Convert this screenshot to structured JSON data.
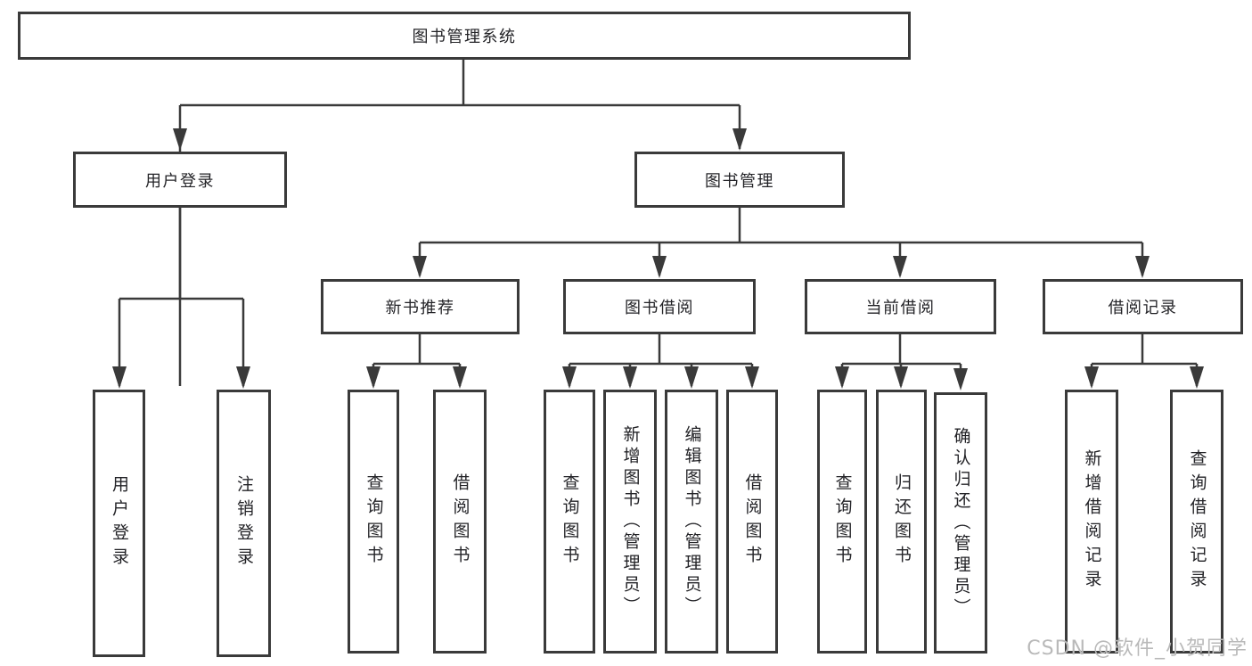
{
  "diagram": {
    "title": "图书管理系统",
    "branches": [
      {
        "label": "用户登录",
        "children": [
          {
            "label": "用户登录"
          },
          {
            "label": "注销登录"
          }
        ]
      },
      {
        "label": "图书管理",
        "children": [
          {
            "label": "新书推荐",
            "children": [
              {
                "label": "查询图书"
              },
              {
                "label": "借阅图书"
              }
            ]
          },
          {
            "label": "图书借阅",
            "children": [
              {
                "label": "查询图书"
              },
              {
                "label": "新增图书（管理员）"
              },
              {
                "label": "编辑图书（管理员）"
              },
              {
                "label": "借阅图书"
              }
            ]
          },
          {
            "label": "当前借阅",
            "children": [
              {
                "label": "查询图书"
              },
              {
                "label": "归还图书"
              },
              {
                "label": "确认归还（管理员）"
              }
            ]
          },
          {
            "label": "借阅记录",
            "children": [
              {
                "label": "新增借阅记录"
              },
              {
                "label": "查询借阅记录"
              }
            ]
          }
        ]
      }
    ]
  },
  "watermark": {
    "text": "CSDN @软件_小贺同学"
  },
  "colors": {
    "line": "#3a3a3a",
    "text": "#232327",
    "watermark": "#b9b9b9",
    "background": "#ffffff"
  }
}
